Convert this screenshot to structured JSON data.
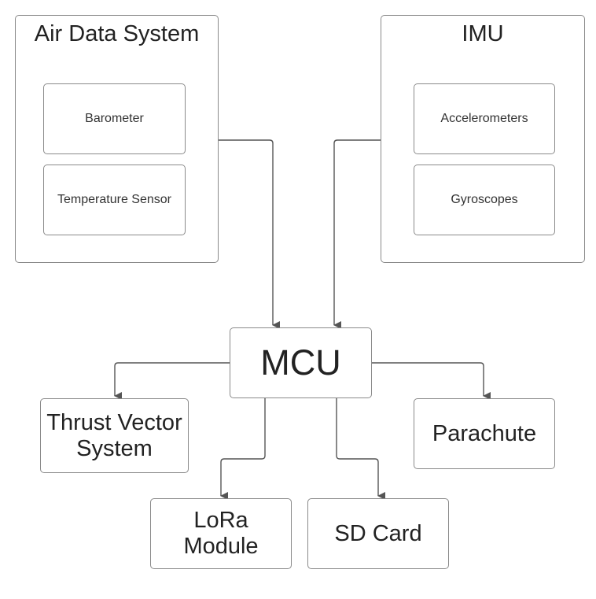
{
  "groups": {
    "air_data": {
      "title": "Air Data System",
      "barometer": "Barometer",
      "temperature": "Temperature Sensor"
    },
    "imu": {
      "title": "IMU",
      "accelerometers": "Accelerometers",
      "gyroscopes": "Gyroscopes"
    }
  },
  "nodes": {
    "mcu": "MCU",
    "thrust_vector": "Thrust Vector System",
    "parachute": "Parachute",
    "lora": "LoRa Module",
    "sd_card": "SD Card"
  },
  "colors": {
    "border": "#8a8a8a",
    "line": "#555555",
    "text": "#222222"
  }
}
